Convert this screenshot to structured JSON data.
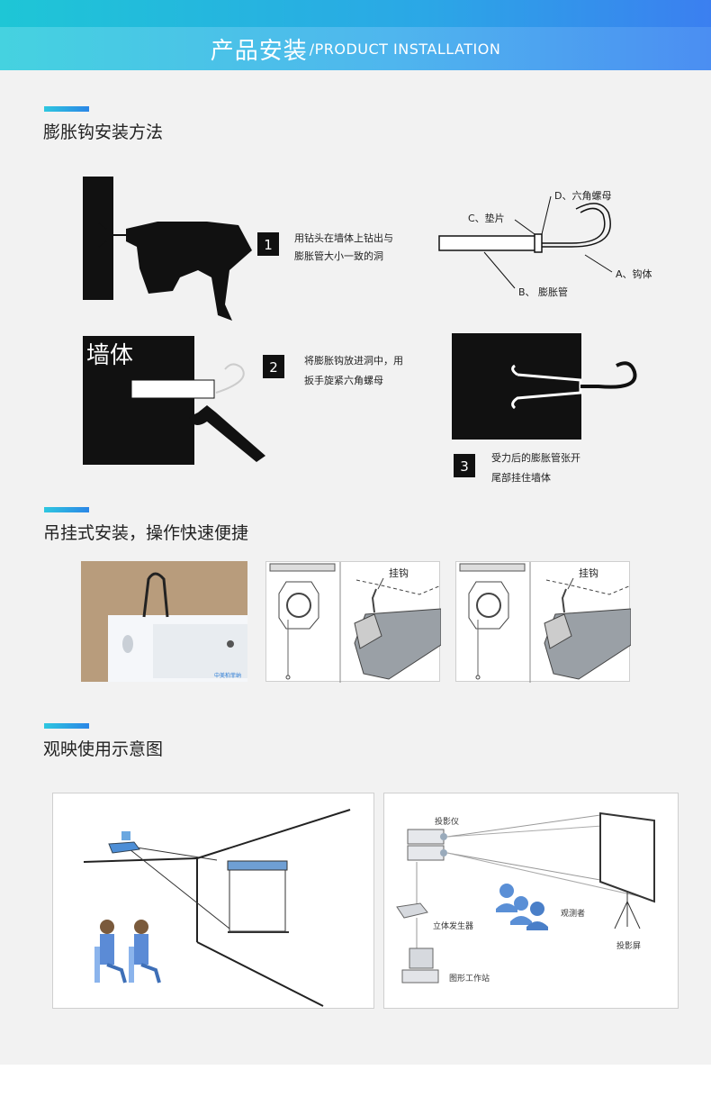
{
  "banner": {
    "title_zh": "产品安装",
    "title_en": "/PRODUCT INSTALLATION"
  },
  "sections": [
    {
      "title": "膨胀钩安装方法"
    },
    {
      "title": "吊挂式安装，操作快速便捷"
    },
    {
      "title": "观映使用示意图"
    }
  ],
  "install": {
    "step1_num": "1",
    "step1_line1": "用钻头在墙体上钻出与",
    "step1_line2": "膨胀管大小一致的洞",
    "part_d": "D、六角螺母",
    "part_c": "C、垫片",
    "part_a": "A、钩体",
    "part_b": "B、 膨胀管",
    "wall_label": "墙体",
    "step2_num": "2",
    "step2_line1": "将膨胀钩放进洞中，用",
    "step2_line2": "扳手旋紧六角螺母",
    "step3_num": "3",
    "step3_line1": "受力后的膨胀管张开",
    "step3_line2": "尾部挂住墙体"
  },
  "hanging": {
    "hook_label": "挂钩",
    "brand": "中美柏菲纳"
  },
  "viewing": {
    "projector": "投影仪",
    "stereo": "立体发生器",
    "viewer": "观测者",
    "workstation": "图形工作站",
    "screen": "投影屏"
  }
}
